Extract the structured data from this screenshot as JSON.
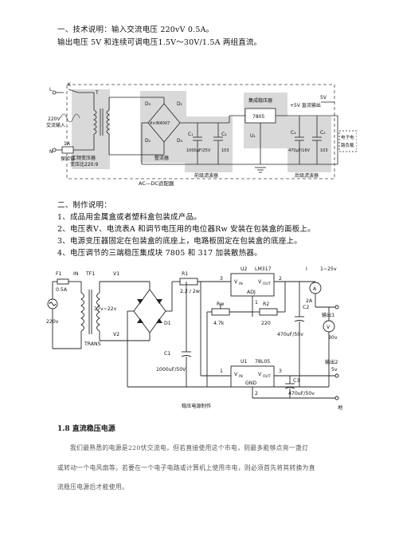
{
  "spec": {
    "heading": "一、技术说明：输入交流电压  220vV 0.5A。",
    "line2": "输出电压  5V  和连续可调电压1.5V～30V/1.5A  两组直流。"
  },
  "fig1": {
    "L": "L",
    "N": "N",
    "K": "K",
    "T1": "T",
    "ac_in_1": "220V",
    "ac_in_2": "交流输入",
    "fuse_rating": "1A",
    "fuse": "保险管",
    "d1": "D₁",
    "d2": "D₂",
    "d3": "D₃",
    "d4": "D₄",
    "bridge": "4×IN4007",
    "rect_box": "整流器",
    "tf_box_1": "工频变压器",
    "tf_box_2": "变压比220:9",
    "c1": "C₁",
    "c1v": "1000μF/25V",
    "c2": "C₂",
    "c2v": "103",
    "prefilter": "前级滤波器",
    "reg_box": "集成稳压器",
    "reg_ic": "7805",
    "u1": "U₁",
    "out_label": "+5V 直流输出",
    "v5": "5V",
    "c3": "C₃",
    "c3v": "470μF/16V",
    "c4": "C₄",
    "c4v": "103",
    "postfilter": "后级滤波器",
    "load_1": "电子电",
    "load_2": "路负载",
    "adapter": "AC—DC适配器"
  },
  "instructions": {
    "title": "二、制作说明：",
    "items": [
      "1、成品用金属盒或者塑料盒包装成产品。",
      "2、电压表V、电流表A  和调节电压用的电位器Rw  安装在包装盒的面板上。",
      "3、电源变压器固定在包装盒的底座上，电路板固定在包装盒的底座上。",
      "4、电压调节的三端稳压集成块 7805  和 317  加装散热器。"
    ]
  },
  "fig2": {
    "F1": "F1",
    "fuse": "0.5A",
    "IN": "IN",
    "TF1": "TF1",
    "V1": "V1",
    "ac": "220v",
    "ratio": "17v~22v",
    "TRANS": "TRANS",
    "V2": "V2",
    "D1": "D1",
    "R1": "R1",
    "r1v": "2.2 / 2w",
    "C1": "C1",
    "c1v": "1000uF/50V",
    "U2": "U2",
    "u2ic": "LM317",
    "vin": "V",
    "vin_sub": "IN",
    "vout": "V",
    "vout_sub": "OUT",
    "adj": "ADJ",
    "p3a": "3",
    "p2a": "2",
    "p1a": "1",
    "Rw": "Rw",
    "rwv": "4.7k",
    "R2": "R2",
    "r2v": "220",
    "C2": "C2",
    "c2v": "470uF/50v",
    "I": "I",
    "A": "A",
    "amp": "2A",
    "range": "1~25v",
    "out1": "输出1",
    "V": "V",
    "volt": "30v",
    "U1": "U1",
    "u1ic": "78L05",
    "gnd": "GND",
    "p1b": "1",
    "p3b": "3",
    "p2b": "2",
    "C3": "C3",
    "c3v": "470uF/50v",
    "v5": "5v",
    "out2": "输出2",
    "ground": "地",
    "caption": "稳压电源制作"
  },
  "section": {
    "title": "1.8  直流稳压电源",
    "lines": [
      "我们最熟悉的电源是220伏交流电，但若直接使用这个市电，则最多能够点亮一盏灯",
      "或转动一个电风扇等。若要在一个电子电路或计算机上使用市电，则必须首先将其转换为直",
      "流稳压电源后才能使用。"
    ]
  }
}
